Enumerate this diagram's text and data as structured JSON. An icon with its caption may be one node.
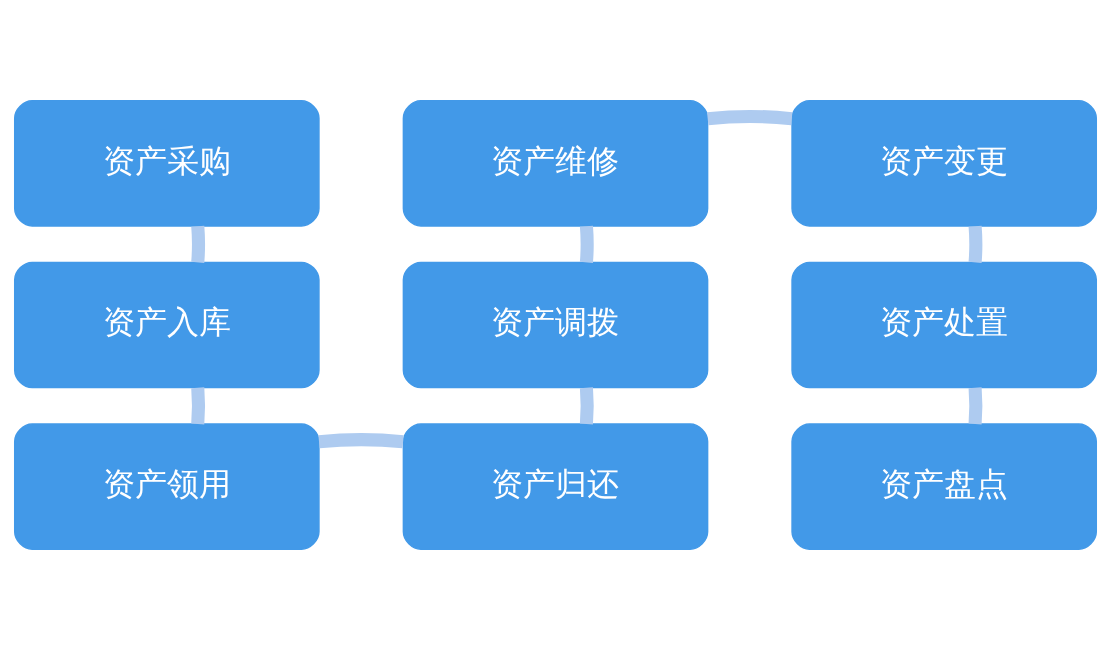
{
  "diagram": {
    "nodes": [
      {
        "text": [
          "资产采购"
        ]
      },
      {
        "text": [
          "资产入库"
        ]
      },
      {
        "text": [
          "资产领用"
        ]
      },
      {
        "text": [
          "资产归还"
        ]
      },
      {
        "text": [
          "资产调拨"
        ]
      },
      {
        "text": [
          "资产维修"
        ]
      },
      {
        "text": [
          "资产变更"
        ]
      },
      {
        "text": [
          "资产处置"
        ]
      },
      {
        "text": [
          "资产盘点"
        ]
      }
    ],
    "edges": [
      {
        "from": 0,
        "to": 1,
        "arrow": "none"
      },
      {
        "from": 1,
        "to": 2,
        "arrow": "none"
      },
      {
        "from": 2,
        "to": 3,
        "arrow": "none"
      },
      {
        "from": 3,
        "to": 4,
        "arrow": "none"
      },
      {
        "from": 4,
        "to": 5,
        "arrow": "none"
      },
      {
        "from": 5,
        "to": 6,
        "arrow": "none"
      },
      {
        "from": 6,
        "to": 7,
        "arrow": "none"
      },
      {
        "from": 7,
        "to": 8,
        "arrow": "none"
      }
    ]
  }
}
